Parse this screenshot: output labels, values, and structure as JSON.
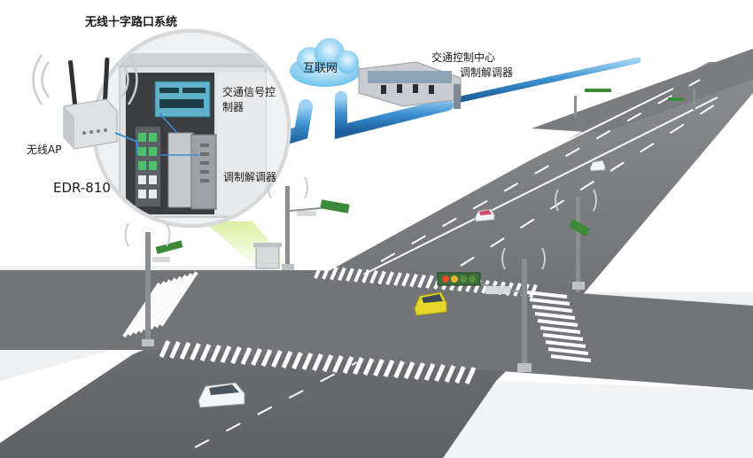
{
  "title": "无线十字路口系统",
  "labels": {
    "wireless_ap": "无线AP",
    "edr_model": "EDR-810",
    "internet": "互联网",
    "traffic_control_center": "交通控制中心",
    "modem_remote": "调制解调器",
    "traffic_signal_controller": "交通信号控制器",
    "modem_cabinet": "调制解调器"
  },
  "colors": {
    "road": "#6e7073",
    "lane_marking": "#ffffff",
    "pipe_blue": "#3b8fd0",
    "cloud_blue": "#8fd0f0",
    "signal_green": "#3a8a3a",
    "cabinet_gray": "#d9d9d9",
    "taxi_yellow": "#e6d62a"
  },
  "icons": [
    "antenna-icon",
    "wireless-signal-icon",
    "cloud-icon",
    "traffic-light-icon",
    "car-icon",
    "network-switch-icon",
    "control-room-icon"
  ]
}
